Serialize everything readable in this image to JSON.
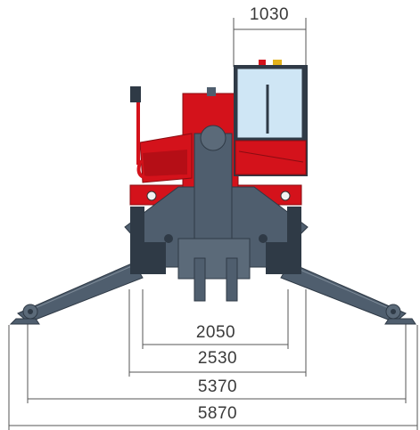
{
  "dimensions": [
    {
      "id": "cab_width",
      "value": "1030"
    },
    {
      "id": "inner_track",
      "value": "2050"
    },
    {
      "id": "outer_track",
      "value": "2530"
    },
    {
      "id": "outrigger_span",
      "value": "5370"
    },
    {
      "id": "overall_width",
      "value": "5870"
    }
  ],
  "colors": {
    "body_red": "#d4121b",
    "chassis_grey": "#4f5e6e",
    "chassis_dark": "#2f3a46",
    "glass": "#cfe6f5",
    "dimension_line": "#555555"
  }
}
